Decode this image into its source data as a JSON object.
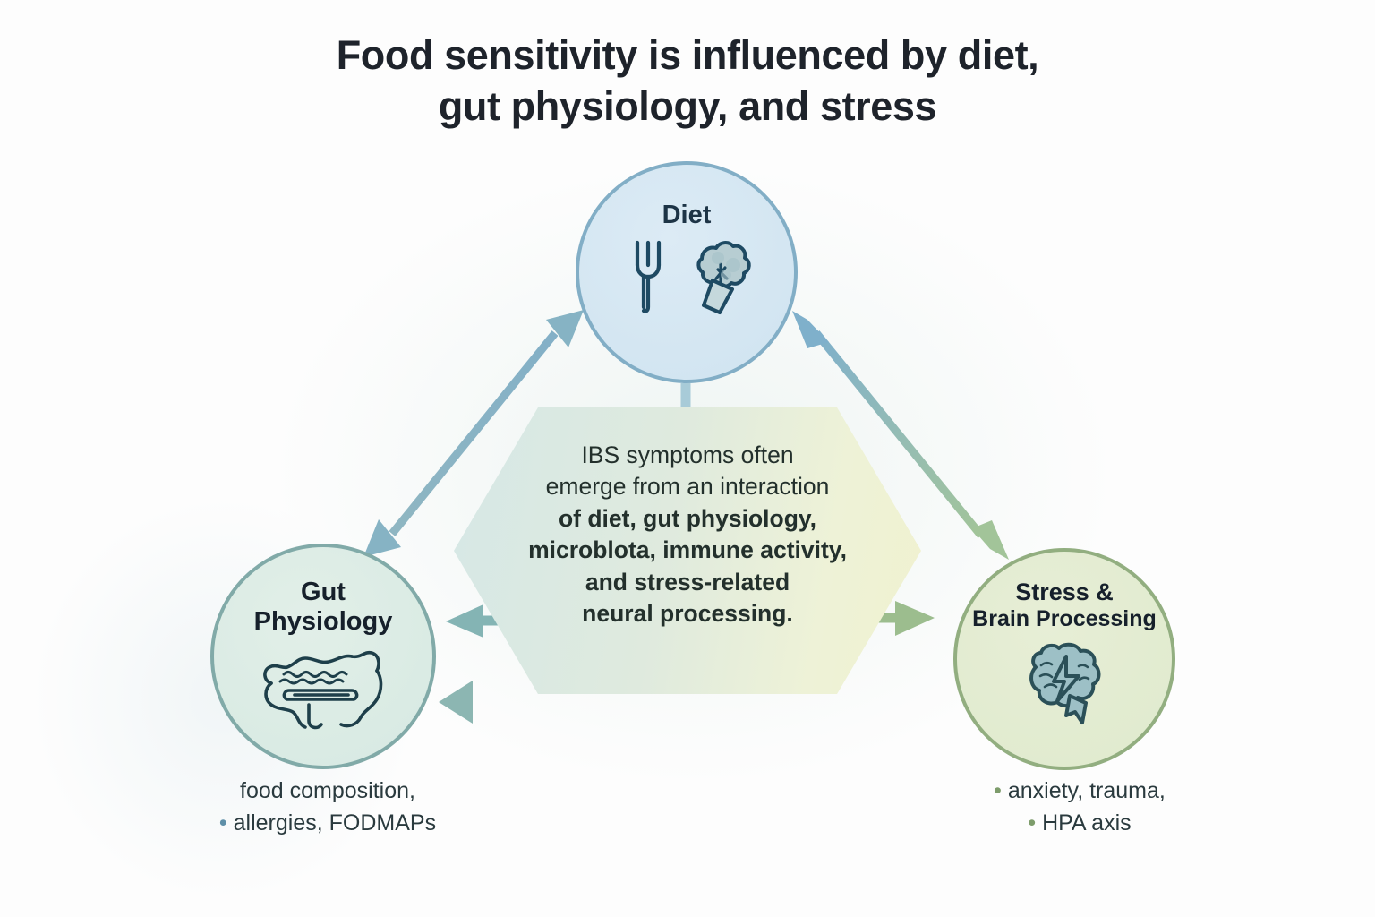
{
  "title": {
    "line1": "Food sensitivity is influenced by diet,",
    "line2": "gut physiology, and stress"
  },
  "center": {
    "shape": "hexagon",
    "text_lines": [
      "IBS symptoms often",
      "emerge from an interaction",
      "of diet, gut physiology,",
      "microblota, immune activity,",
      "and stress-related",
      "neural processing."
    ],
    "full_text": "IBS symptoms often emerge from an interaction of diet, gut physiology, microblota, immune activity, and stress-related neural processing."
  },
  "nodes": {
    "diet": {
      "label": "Diet",
      "icons": [
        "fork-icon",
        "broccoli-icon"
      ],
      "fill": "#cfe3f0",
      "border": "#82aec6"
    },
    "gut": {
      "label_line1": "Gut",
      "label_line2": "Physiology",
      "icons": [
        "intestines-icon"
      ],
      "fill": "#d6e9e2",
      "border": "#81aaa8"
    },
    "stress": {
      "label_line1": "Stress &",
      "label_line2": "Brain Processing",
      "icons": [
        "brain-lightning-icon"
      ],
      "fill": "#dfeacd",
      "border": "#92ae80"
    }
  },
  "captions": {
    "gut": {
      "line1": "food composition,",
      "bullet": "•",
      "line2": "allergies, FODMAPs"
    },
    "stress": {
      "bullet1": "•",
      "line1": "anxiety, trauma,",
      "bullet2": "•",
      "line2": "HPA axis"
    }
  },
  "connectors": [
    {
      "name": "gut-diet-bidirectional",
      "from": "gut",
      "to": "diet",
      "style": "double-arrow",
      "color": "#86b3c4"
    },
    {
      "name": "diet-stress-bidirectional",
      "from": "diet",
      "to": "stress",
      "style": "double-arrow",
      "color_start": "#86b3c4",
      "color_end": "#9bbd96"
    },
    {
      "name": "gut-stress-bidirectional",
      "from": "gut",
      "to": "stress",
      "style": "double-arrow",
      "color_start": "#8fb8b4",
      "color_end": "#9bbd8e"
    },
    {
      "name": "diet-to-center",
      "from": "diet",
      "to": "center",
      "style": "single-arrow",
      "color": "#a8cbd8"
    },
    {
      "name": "center-to-gut",
      "from": "center",
      "to": "gut",
      "style": "single-arrow",
      "color": "#84b4b4"
    },
    {
      "name": "center-to-stress",
      "from": "center",
      "to": "stress",
      "style": "single-arrow",
      "color": "#9cbd8e"
    }
  ],
  "colors": {
    "background": "#fdfdfd",
    "title_text": "#1e232b",
    "body_text": "#23302c",
    "diet_accent": "#82aec6",
    "gut_accent": "#81aaa8",
    "stress_accent": "#92ae80"
  }
}
